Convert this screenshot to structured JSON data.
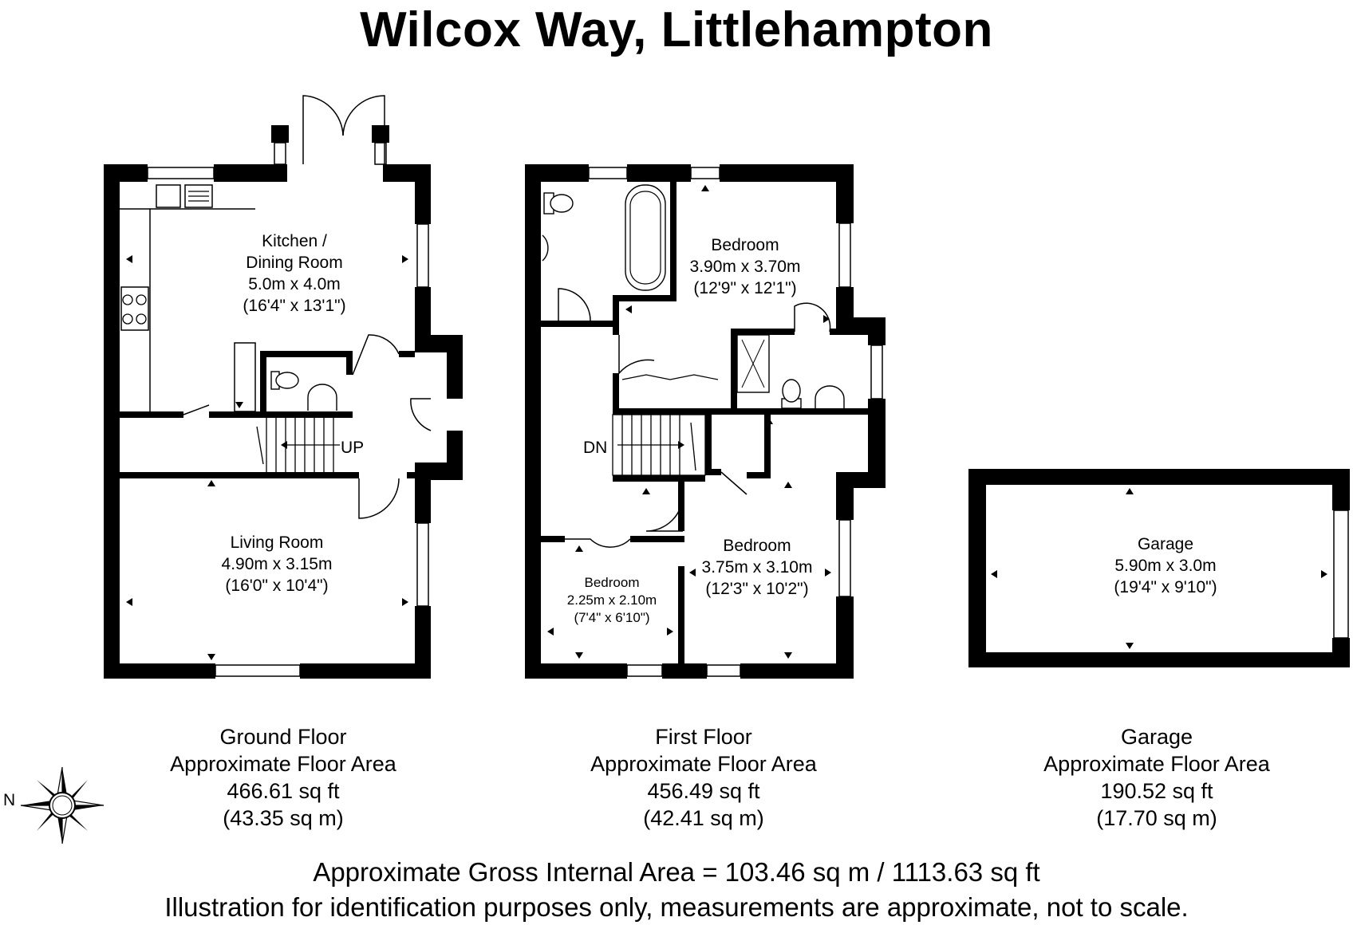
{
  "title": "Wilcox Way, Littlehampton",
  "compass": {
    "label": "N",
    "icon": "compass-rose-icon"
  },
  "rooms": {
    "kitchen": {
      "name_line1": "Kitchen /",
      "name_line2": "Dining Room",
      "metric": "5.0m x 4.0m",
      "imperial": "(16'4\" x 13'1\")"
    },
    "living": {
      "name": "Living Room",
      "metric": "4.90m x 3.15m",
      "imperial": "(16'0\" x 10'4\")"
    },
    "bedroom1": {
      "name": "Bedroom",
      "metric": "3.90m x 3.70m",
      "imperial": "(12'9\" x 12'1\")"
    },
    "bedroom2": {
      "name": "Bedroom",
      "metric": "3.75m x 3.10m",
      "imperial": "(12'3\" x 10'2\")"
    },
    "bedroom3": {
      "name": "Bedroom",
      "metric": "2.25m x 2.10m",
      "imperial": "(7'4\" x 6'10\")"
    },
    "garage": {
      "name": "Garage",
      "metric": "5.90m x 3.0m",
      "imperial": "(19'4\" x 9'10\")"
    }
  },
  "stairs": {
    "up": "UP",
    "down": "DN"
  },
  "floors": [
    {
      "name": "Ground Floor",
      "label": "Approximate Floor Area",
      "sqft": "466.61 sq ft",
      "sqm": "(43.35 sq m)"
    },
    {
      "name": "First Floor",
      "label": "Approximate Floor Area",
      "sqft": "456.49 sq ft",
      "sqm": "(42.41 sq m)"
    },
    {
      "name": "Garage",
      "label": "Approximate Floor Area",
      "sqft": "190.52 sq ft",
      "sqm": "(17.70 sq m)"
    }
  ],
  "gross_area": "Approximate Gross Internal Area = 103.46 sq m / 1113.63 sq ft",
  "disclaimer": "Illustration for identification purposes only, measurements are approximate, not to scale."
}
